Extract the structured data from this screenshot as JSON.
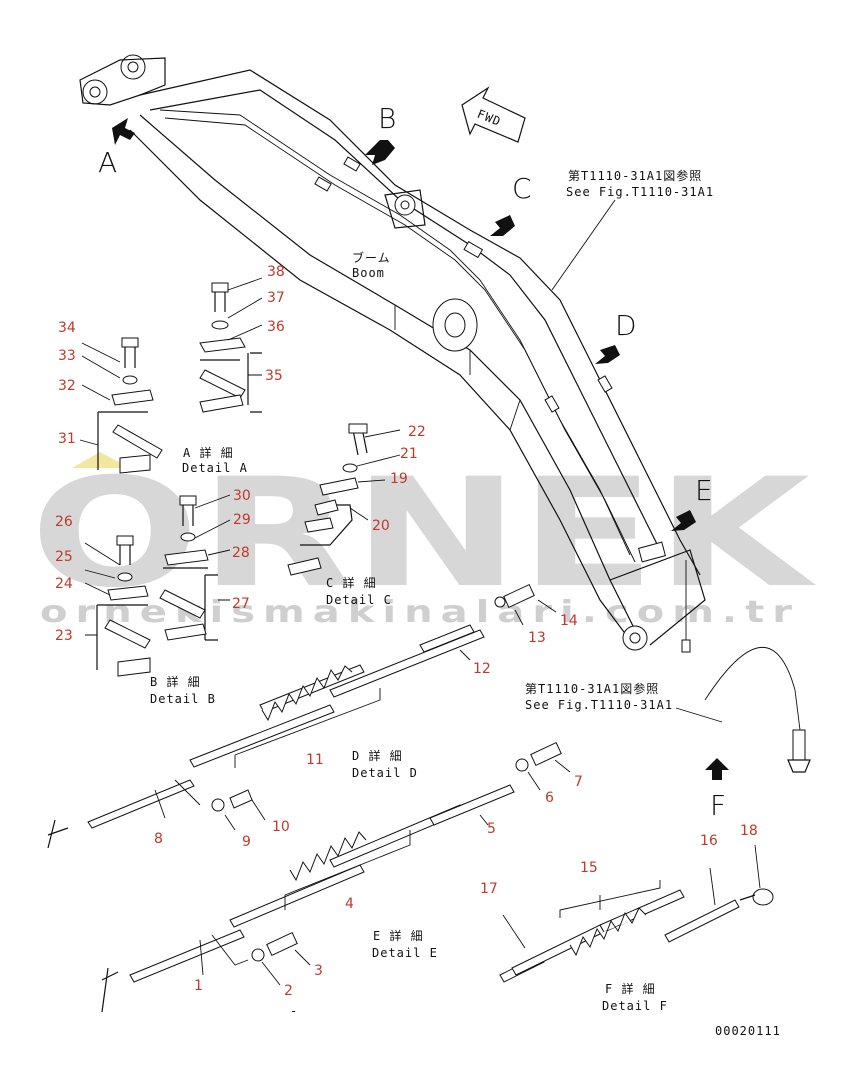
{
  "watermark": {
    "brand": "ORNEK",
    "site": "ornekismakinalari.com.tr"
  },
  "boom": {
    "jp": "ブーム",
    "en": "Boom"
  },
  "fwd": "FWD",
  "view_letters": {
    "a": "A",
    "b": "B",
    "c": "C",
    "d": "D",
    "e": "E",
    "f": "F"
  },
  "refs": {
    "top_jp": "第T1110-31A1図参照",
    "top_en": "See Fig.T1110-31A1",
    "f_jp": "第T1110-31A1図参照",
    "f_en": "See Fig.T1110-31A1"
  },
  "details": {
    "a_jp": "A 詳 細",
    "a_en": "Detail A",
    "b_jp": "B 詳 細",
    "b_en": "Detail B",
    "c_jp": "C 詳 細",
    "c_en": "Detail C",
    "d_jp": "D 詳 細",
    "d_en": "Detail D",
    "e_jp": "E 詳 細",
    "e_en": "Detail E",
    "f_jp": "F 詳 細",
    "f_en": "Detail F"
  },
  "parts": [
    "1",
    "2",
    "3",
    "4",
    "5",
    "6",
    "7",
    "8",
    "9",
    "10",
    "11",
    "12",
    "13",
    "14",
    "15",
    "16",
    "17",
    "18",
    "19",
    "20",
    "21",
    "22",
    "23",
    "24",
    "25",
    "26",
    "27",
    "28",
    "29",
    "30",
    "31",
    "32",
    "33",
    "34",
    "35",
    "36",
    "37",
    "38"
  ],
  "colors": {
    "callout": "#c0392b",
    "watermark": "#d7d7d7",
    "ink": "#111111"
  },
  "drawing_no": "00020111"
}
